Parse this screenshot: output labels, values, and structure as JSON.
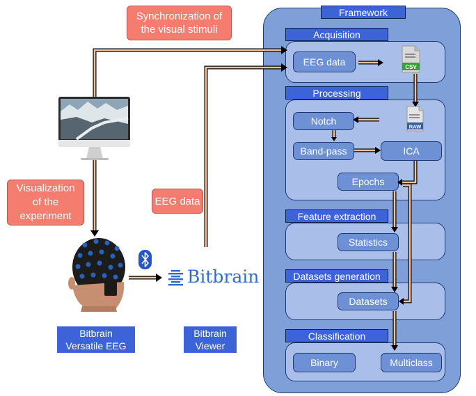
{
  "framework": {
    "title": "Framework"
  },
  "acquisition": {
    "title": "Acquisition",
    "eeg_data": "EEG data",
    "csv_label": "CSV"
  },
  "processing": {
    "title": "Processing",
    "notch": "Notch",
    "bandpass": "Band-pass",
    "ica": "ICA",
    "epochs": "Epochs",
    "raw_label": "RAW"
  },
  "feature_extraction": {
    "title": "Feature extraction",
    "statistics": "Statistics"
  },
  "datasets_generation": {
    "title": "Datasets generation",
    "datasets": "Datasets"
  },
  "classification": {
    "title": "Classification",
    "binary": "Binary",
    "multiclass": "Multiclass"
  },
  "left": {
    "sync_line1": "Synchronization of",
    "sync_line2": "the visual stimuli",
    "vis_line1": "Visualization",
    "vis_line2": "of the",
    "vis_line3": "experiment",
    "eeg_data": "EEG data",
    "bitbrain_logo": "Bitbrain",
    "device_line1": "Bitbrain",
    "device_line2": "Versatile EEG",
    "viewer_line1": "Bitbrain",
    "viewer_line2": "Viewer"
  },
  "colors": {
    "framework_bg": "#7f9fd9",
    "section_bg": "#a9bee8",
    "node": "#6e91d6",
    "title_tab": "#3c64d8",
    "salmon": "#f47d70",
    "arrow": "#f4c09a"
  }
}
